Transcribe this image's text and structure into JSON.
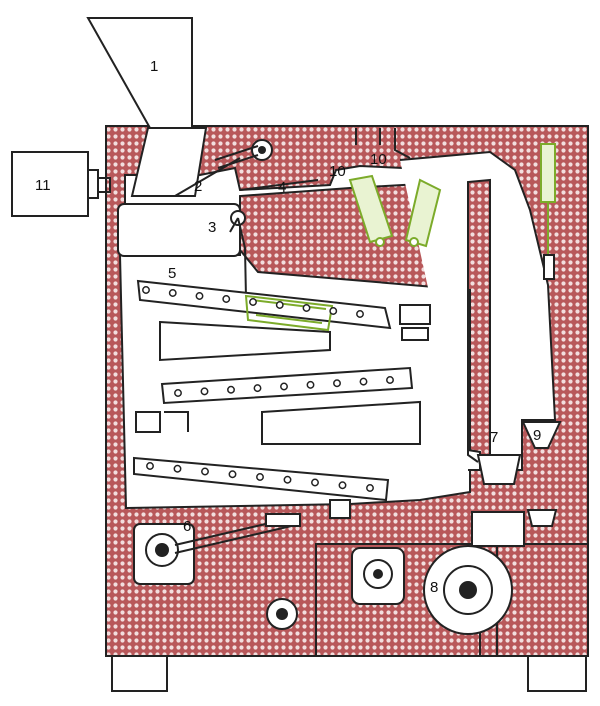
{
  "diagram": {
    "colors": {
      "housing_fill": "#b8585a",
      "dot_pattern": "#f2dede",
      "outline": "#222222",
      "green_parts": "#7cab2a"
    },
    "labels": {
      "l1": "1",
      "l2": "2",
      "l3": "3",
      "l4": "4",
      "l5": "5",
      "l6": "6",
      "l7": "7",
      "l8": "8",
      "l9": "9",
      "l10a": "10",
      "l10b": "10",
      "l11": "11"
    }
  }
}
